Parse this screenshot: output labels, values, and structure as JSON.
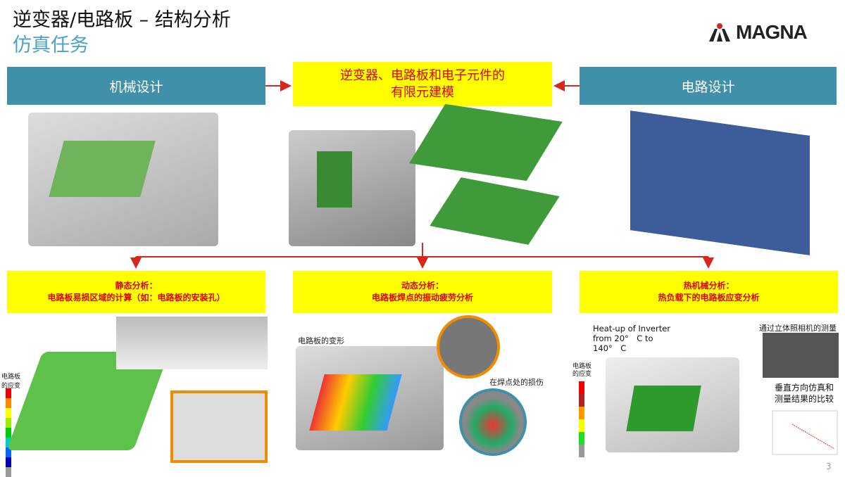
{
  "header": {
    "title": "逆变器/电路板 – 结构分析",
    "subtitle": "仿真任务",
    "logo": "MAGNA"
  },
  "top": {
    "left": "机械设计",
    "center_line1": "逆变器、电路板和电子元件的",
    "center_line2": "有限元建模",
    "right": "电路设计"
  },
  "bottom": [
    {
      "line1": "静态分析：",
      "line2": "电路板易损区域的计算（如：电路板的安装孔）",
      "legend_label": "电路板的应变"
    },
    {
      "line1": "动态分析：",
      "line2": "电路板焊点的振动疲劳分析",
      "label_deform": "电路板的变形",
      "label_damage": "在焊点处的损伤"
    },
    {
      "line1": "热机械分析：",
      "line2": "热负载下的电路板应变分析",
      "heat_l1": "Heat-up of Inverter",
      "heat_l2": "from 20°　C to",
      "heat_l3": "140°　C",
      "legend_label": "电路板的应变",
      "camera": "通过立体照相机的测量",
      "compare_l1": "垂直方向仿真和",
      "compare_l2": "测量结果的比较"
    }
  ],
  "page_number": "3",
  "colors": {
    "teal": "#3f90a8",
    "yellow": "#ffff00",
    "red": "#d9251c",
    "title_blue": "#4ba3c4"
  }
}
